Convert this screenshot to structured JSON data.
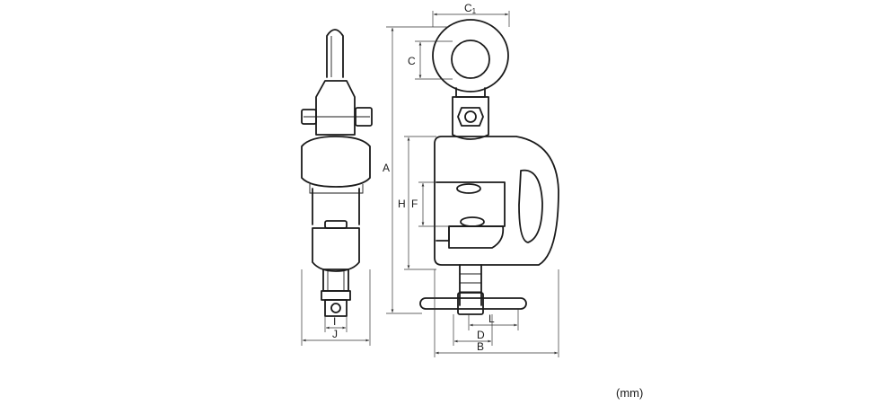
{
  "labels": {
    "A": "A",
    "B": "B",
    "C": "C",
    "C1": "C",
    "C1_sub": "1",
    "D": "D",
    "F": "F",
    "H": "H",
    "I": "I",
    "J": "J",
    "L": "L"
  },
  "unit": "(mm)"
}
